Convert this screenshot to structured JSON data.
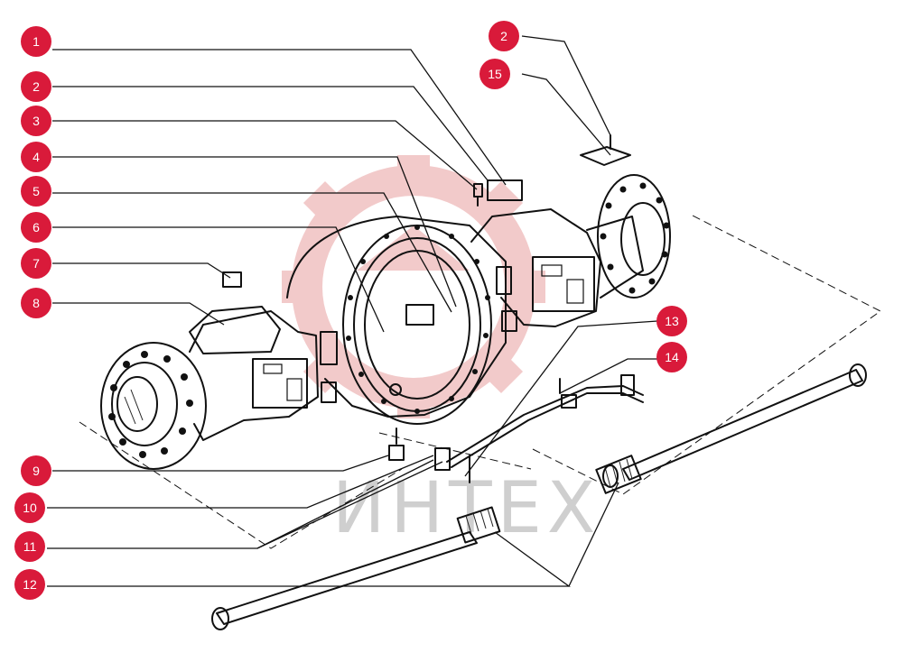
{
  "diagram": {
    "watermark": {
      "text": "ИНТЕХ",
      "color": "#e8a0a0"
    },
    "callout_color": "#d91a3a",
    "callouts": [
      {
        "label": "1"
      },
      {
        "label": "2"
      },
      {
        "label": "3"
      },
      {
        "label": "4"
      },
      {
        "label": "5"
      },
      {
        "label": "6"
      },
      {
        "label": "7"
      },
      {
        "label": "8"
      },
      {
        "label": "9"
      },
      {
        "label": "10"
      },
      {
        "label": "11"
      },
      {
        "label": "12"
      },
      {
        "label": "2"
      },
      {
        "label": "15"
      },
      {
        "label": "13"
      },
      {
        "label": "14"
      }
    ]
  }
}
